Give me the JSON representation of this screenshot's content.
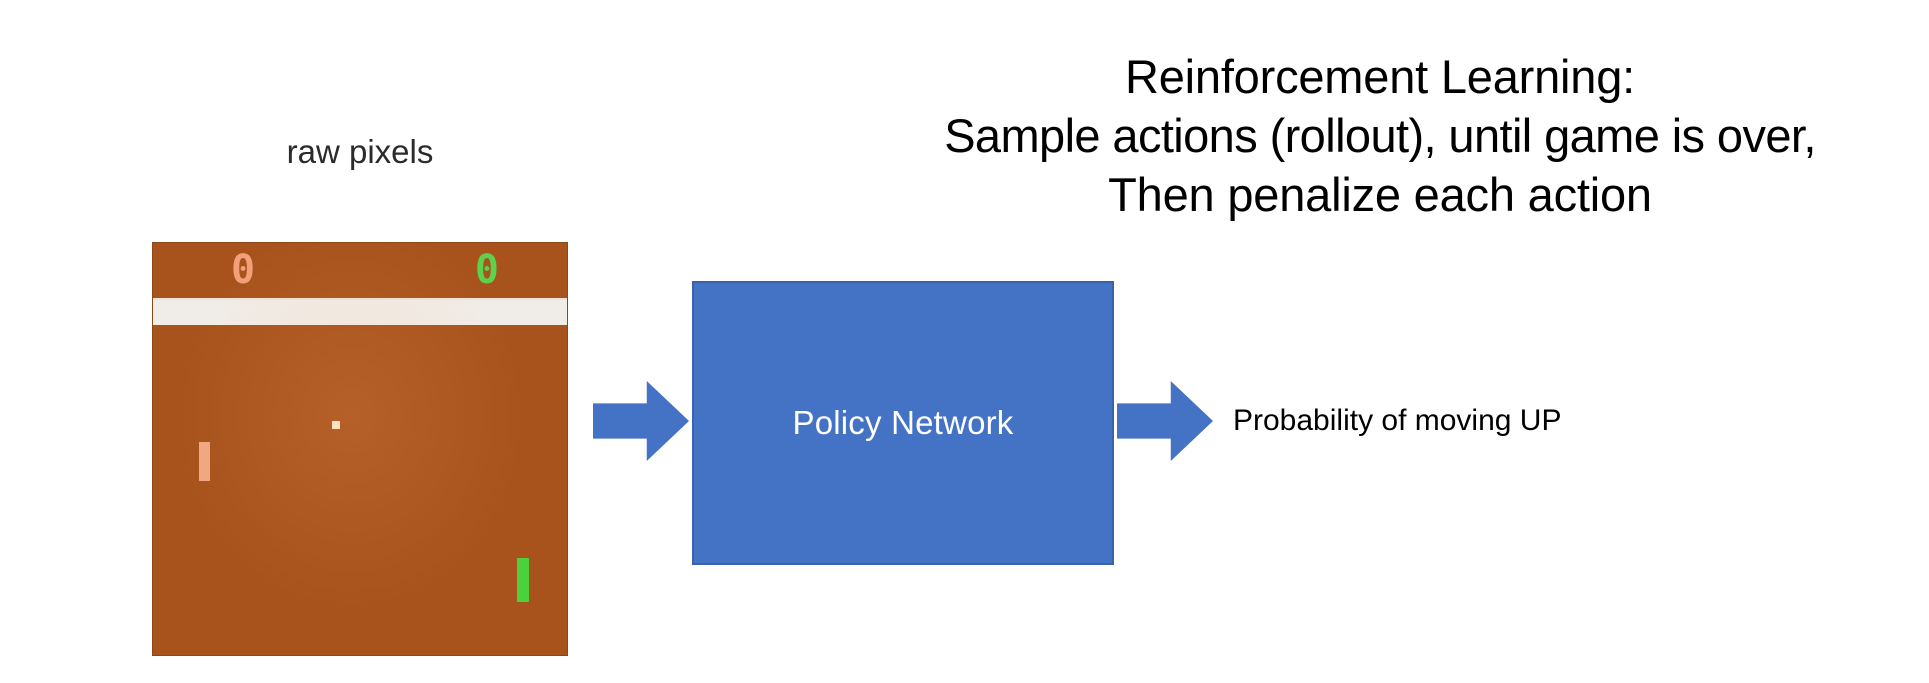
{
  "headline": {
    "line1": "Reinforcement Learning:",
    "line2": "Sample actions (rollout), until game is over,",
    "line3": "Then penalize each action"
  },
  "raw_pixels": {
    "caption": "raw pixels"
  },
  "game": {
    "score_left": "0",
    "score_right": "0",
    "colors": {
      "background": "#A8521C",
      "divider_bar": "#F0EDE8",
      "paddle_left": "#F0A882",
      "paddle_right": "#4BD13B",
      "ball": "#FFE9CF"
    }
  },
  "policy_network": {
    "label": "Policy Network",
    "fill_color": "#4472C4",
    "text_color": "#FFFFFF"
  },
  "arrows": {
    "input_arrow_name": "arrow-right-icon",
    "output_arrow_name": "arrow-right-icon",
    "color": "#4472C4"
  },
  "output": {
    "label": "Probability of moving UP"
  }
}
